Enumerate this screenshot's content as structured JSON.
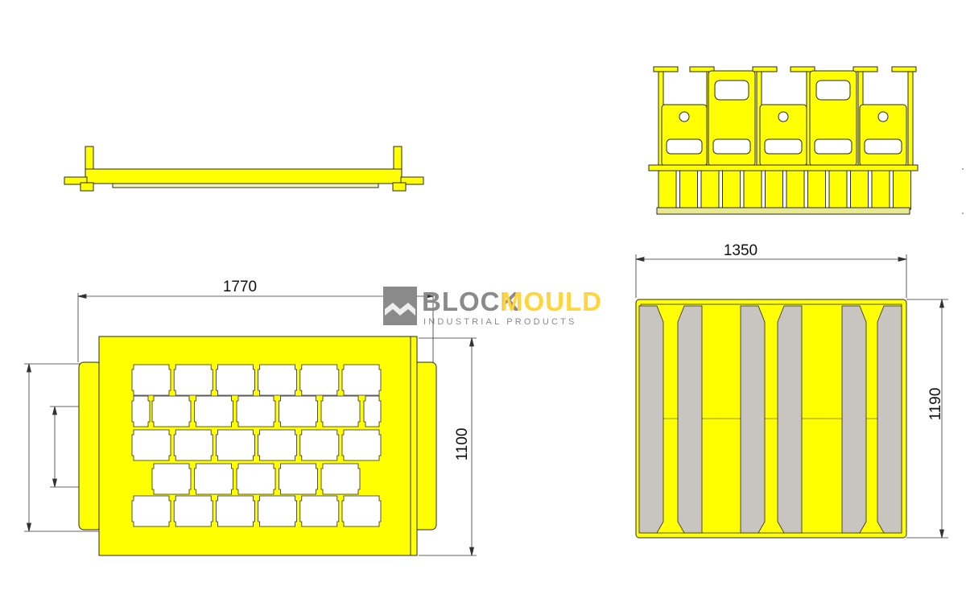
{
  "dimensions": {
    "front_width": "1770",
    "front_height": "1100",
    "plan_width": "1350",
    "plan_height": "1190"
  },
  "logo": {
    "name_part1": "BLOCK",
    "name_part2": "MOULD",
    "tagline": "INDUSTRIAL PRODUCTS"
  },
  "colors": {
    "mould_yellow": "#ffff00",
    "outline": "#2a2a2a",
    "liner_grey": "#c8c4c0",
    "logo_grey": "#8a8a8a",
    "logo_yellow": "#ffd53d"
  }
}
